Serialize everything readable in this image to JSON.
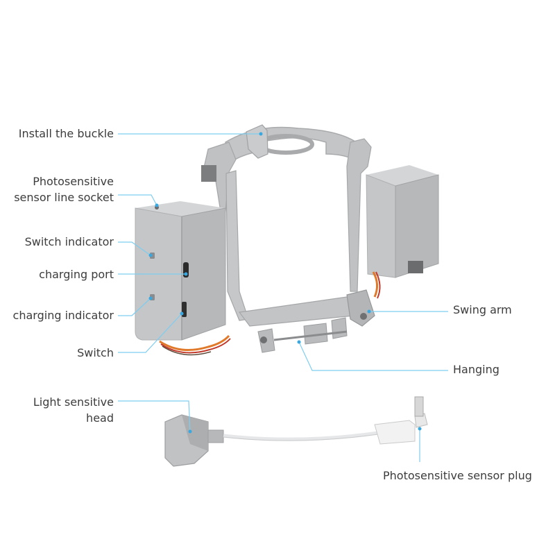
{
  "labels": {
    "install_buckle": "Install the buckle",
    "photo_socket_line1": "Photosensitive",
    "photo_socket_line2": "sensor line socket",
    "switch_indicator": "Switch indicator",
    "charging_port": "charging port",
    "charging_indicator": "charging indicator",
    "switch": "Switch",
    "swing_arm": "Swing arm",
    "hanging": "Hanging",
    "light_head_line1": "Light sensitive",
    "light_head_line2": "head",
    "sensor_plug": "Photosensitive sensor plug"
  },
  "colors": {
    "leader_line": "#7ecdf0",
    "leader_dot": "#3aa8e0",
    "body_gray": "#b9bbbd",
    "body_light": "#cfd1d3",
    "body_dark": "#9a9c9e",
    "wire_orange": "#e07a2a",
    "wire_red": "#c0392b",
    "cable_white": "#e6e7e8"
  }
}
